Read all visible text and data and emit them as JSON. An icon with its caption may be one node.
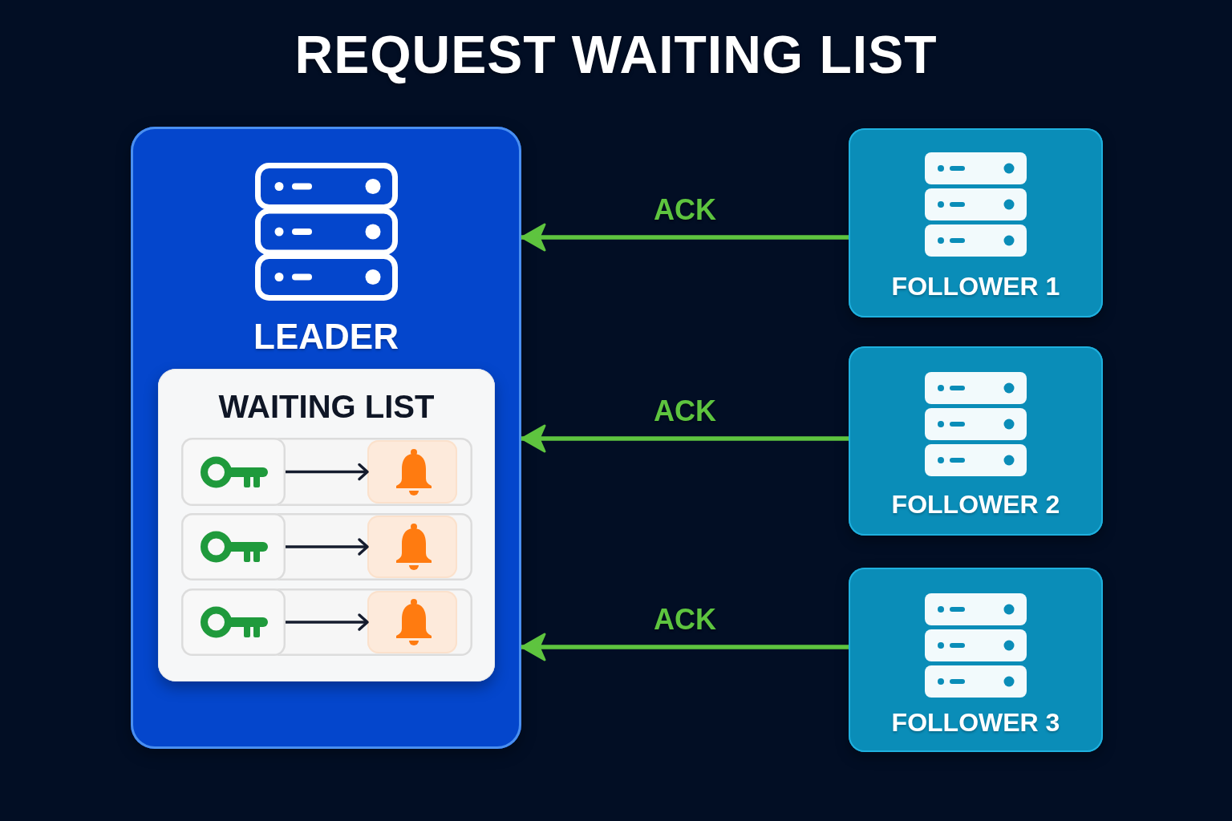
{
  "diagram": {
    "title": "REQUEST WAITING LIST",
    "nodes": [
      {
        "text": [
          "LEADER"
        ]
      },
      {
        "text": [
          "WAITING LIST"
        ],
        "in": 0
      },
      {
        "text": [],
        "shape": "box",
        "in": 1
      },
      {
        "text": [],
        "shape": "box",
        "in": 2
      },
      {
        "text": [],
        "shape": "box",
        "in": 2
      },
      {
        "text": [],
        "shape": "box",
        "in": 1
      },
      {
        "text": [],
        "shape": "box",
        "in": 5
      },
      {
        "text": [],
        "shape": "box",
        "in": 5
      },
      {
        "text": [],
        "shape": "box",
        "in": 1
      },
      {
        "text": [],
        "shape": "box",
        "in": 8
      },
      {
        "text": [],
        "shape": "box",
        "in": 8
      },
      {
        "text": [
          "FOLLOWER 1"
        ]
      },
      {
        "text": [
          "FOLLOWER 2"
        ]
      },
      {
        "text": [
          "FOLLOWER 3"
        ]
      }
    ],
    "edges": [
      {
        "from": 3,
        "to": 4,
        "arrow": "to"
      },
      {
        "from": 6,
        "to": 7,
        "arrow": "to"
      },
      {
        "from": 9,
        "to": 10,
        "arrow": "to"
      },
      {
        "from": 11,
        "to": 0,
        "arrow": "to",
        "label": "ACK",
        "color": "#5ec43f"
      },
      {
        "from": 12,
        "to": 0,
        "arrow": "to",
        "label": "ACK",
        "color": "#5ec43f"
      },
      {
        "from": 13,
        "to": 0,
        "arrow": "to",
        "label": "ACK",
        "color": "#5ec43f"
      }
    ]
  }
}
